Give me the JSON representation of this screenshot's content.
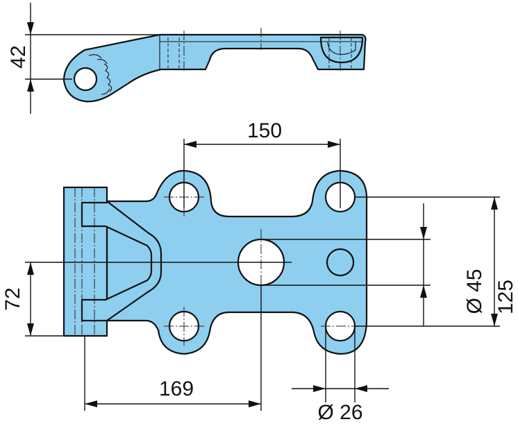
{
  "dimensions": {
    "height_top": "42",
    "spacing_horizontal": "150",
    "diameter_center": "Ø 45",
    "height_total": "125",
    "spacing_vertical": "72",
    "length_offset": "169",
    "diameter_small": "Ø 26"
  },
  "colors": {
    "part_fill": "#8ecfef",
    "line": "#111111",
    "background": "#ffffff"
  }
}
